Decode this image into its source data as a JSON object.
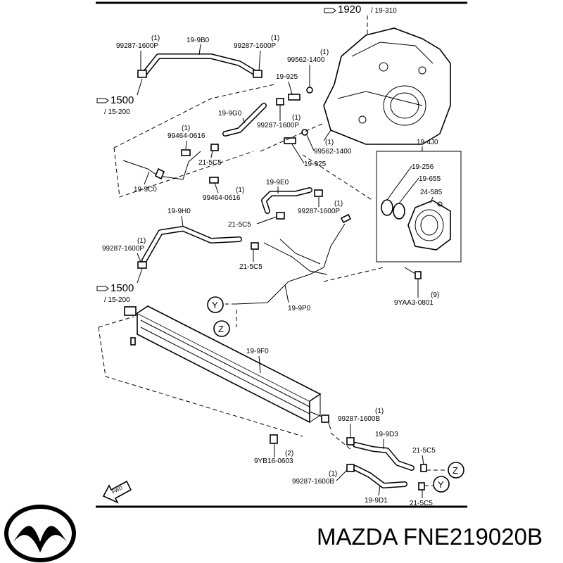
{
  "ref_top": "1920",
  "ref_top_sub": "/ 19-310",
  "ref_left1": "1500",
  "ref_left1_sub": "/ 15-200",
  "ref_left2": "1500",
  "ref_left2_sub": "/ 15-200",
  "labels": {
    "p_19_9b0": "19-9B0",
    "p_99287_a": "99287-1600P",
    "p_99287_a_q": "(1)",
    "p_99287_b": "99287-1600P",
    "p_99287_b_q": "(1)",
    "p_99562_a": "99562-1400",
    "p_99562_a_q": "(1)",
    "p_19_925_a": "19-925",
    "p_19_9g0": "19-9G0",
    "p_99287_c": "99287-1600P",
    "p_99287_c_q": "(1)",
    "p_99464_a": "99464-0616",
    "p_99464_a_q": "(1)",
    "p_21_5c5_a": "21-5C5",
    "p_99562_b": "99562-1400",
    "p_99562_b_q": "(1)",
    "p_19_925_b": "19-925",
    "p_19_4j0": "19-4J0",
    "p_19_256": "19-256",
    "p_19_655": "19-655",
    "p_24_585": "24-585",
    "p_19_9c0": "19-9C0",
    "p_99464_b": "99464-0616",
    "p_99464_b_q": "(1)",
    "p_19_9e0": "19-9E0",
    "p_99287_d": "99287-1600P",
    "p_99287_d_q": "(1)",
    "p_21_5c5_b": "21-5C5",
    "p_19_9h0": "19-9H0",
    "p_99287_e": "99287-1600P",
    "p_99287_e_q": "(1)",
    "p_21_5c5_c": "21-5C5",
    "p_19_9p0": "19-9P0",
    "p_9yaa3": "9YAA3-0801",
    "p_9yaa3_q": "(9)",
    "p_19_9f0": "19-9F0",
    "p_99287_f": "99287-1600B",
    "p_99287_f_q": "(1)",
    "p_19_9d3": "19-9D3",
    "p_9yb16": "9YB16-0603",
    "p_9yb16_q": "(2)",
    "p_21_5c5_d": "21-5C5",
    "p_99287_g": "99287-1600B",
    "p_99287_g_q": "(1)",
    "p_19_9d1": "19-9D1",
    "p_21_5c5_e": "21-5C5",
    "y_a": "Y",
    "z_a": "Z",
    "z_b": "Z",
    "y_b": "Y",
    "fwd": "FWD"
  },
  "footer_title": "MAZDA FNE219020B"
}
